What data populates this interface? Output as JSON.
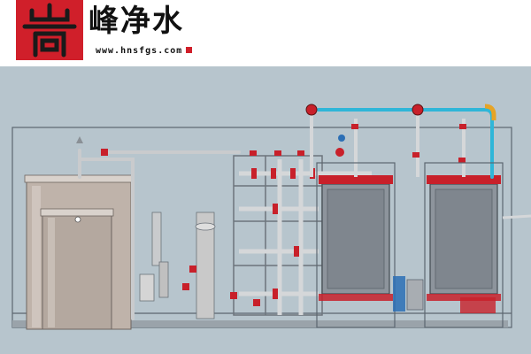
{
  "header": {
    "seal_text": "嵩",
    "brand_name": "峰净水",
    "website": "www.hnsfgs.com"
  },
  "colors": {
    "seal_red": "#d01f2a",
    "background": "#b7c5cd",
    "pipe_grey": "#c9cbcd",
    "valve_red": "#c8202a",
    "water_blue": "#2fb6d8",
    "tank_body": "#b9aea6",
    "membrane_body": "#8d949c",
    "orange_pipe": "#e6a426"
  },
  "icons": [
    "seal-logo",
    "brand-square-icon"
  ]
}
